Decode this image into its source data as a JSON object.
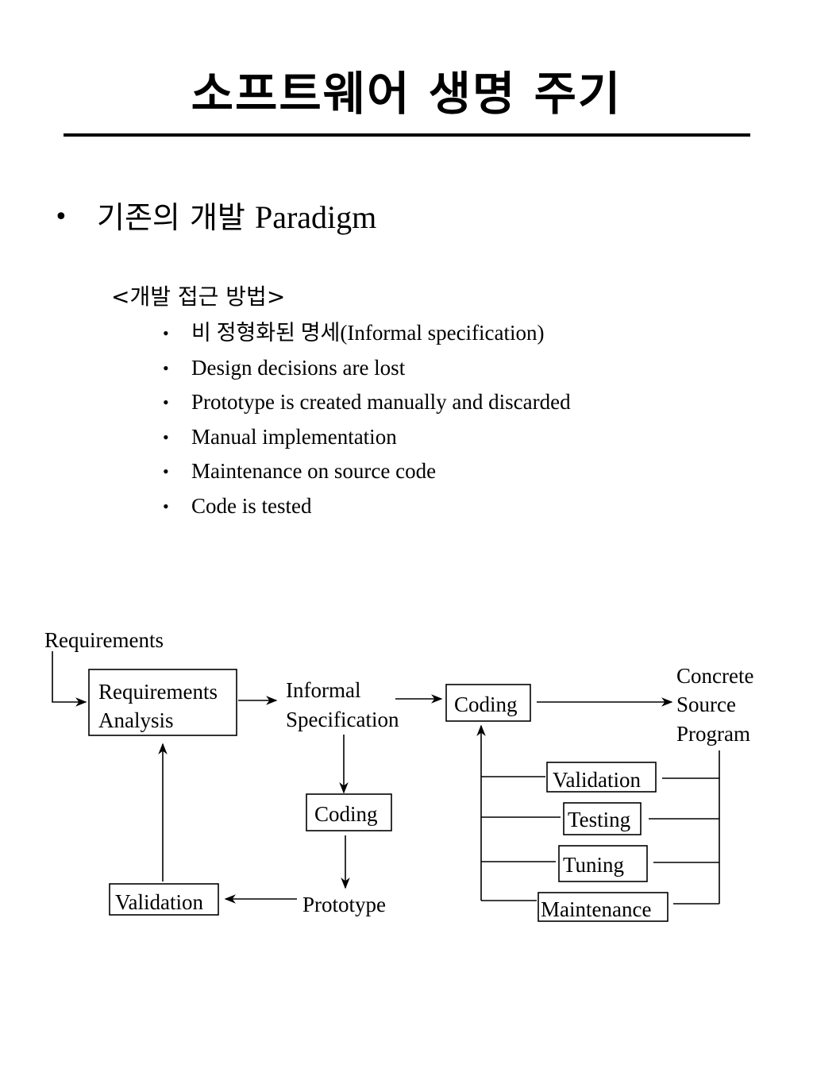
{
  "title": "소프트웨어 생명 주기",
  "main_bullet": {
    "korean": "기존의 개발",
    "latin": "Paradigm"
  },
  "subhead": "<개발 접근 방법>",
  "sub_items": [
    "비 정형화된 명세(Informal specification)",
    "Design decisions are lost",
    "Prototype is created manually and discarded",
    "Manual implementation",
    "Maintenance on source code",
    "Code is tested"
  ],
  "diagram": {
    "requirements": "Requirements",
    "req_analysis_1": "Requirements",
    "req_analysis_2": "Analysis",
    "informal_1": "Informal",
    "informal_2": "Specification",
    "coding_top": "Coding",
    "concrete_1": "Concrete",
    "concrete_2": "Source",
    "concrete_3": "Program",
    "coding_mid": "Coding",
    "prototype": "Prototype",
    "validation_left": "Validation",
    "validation_right": "Validation",
    "testing": "Testing",
    "tuning": "Tuning",
    "maintenance": "Maintenance"
  }
}
